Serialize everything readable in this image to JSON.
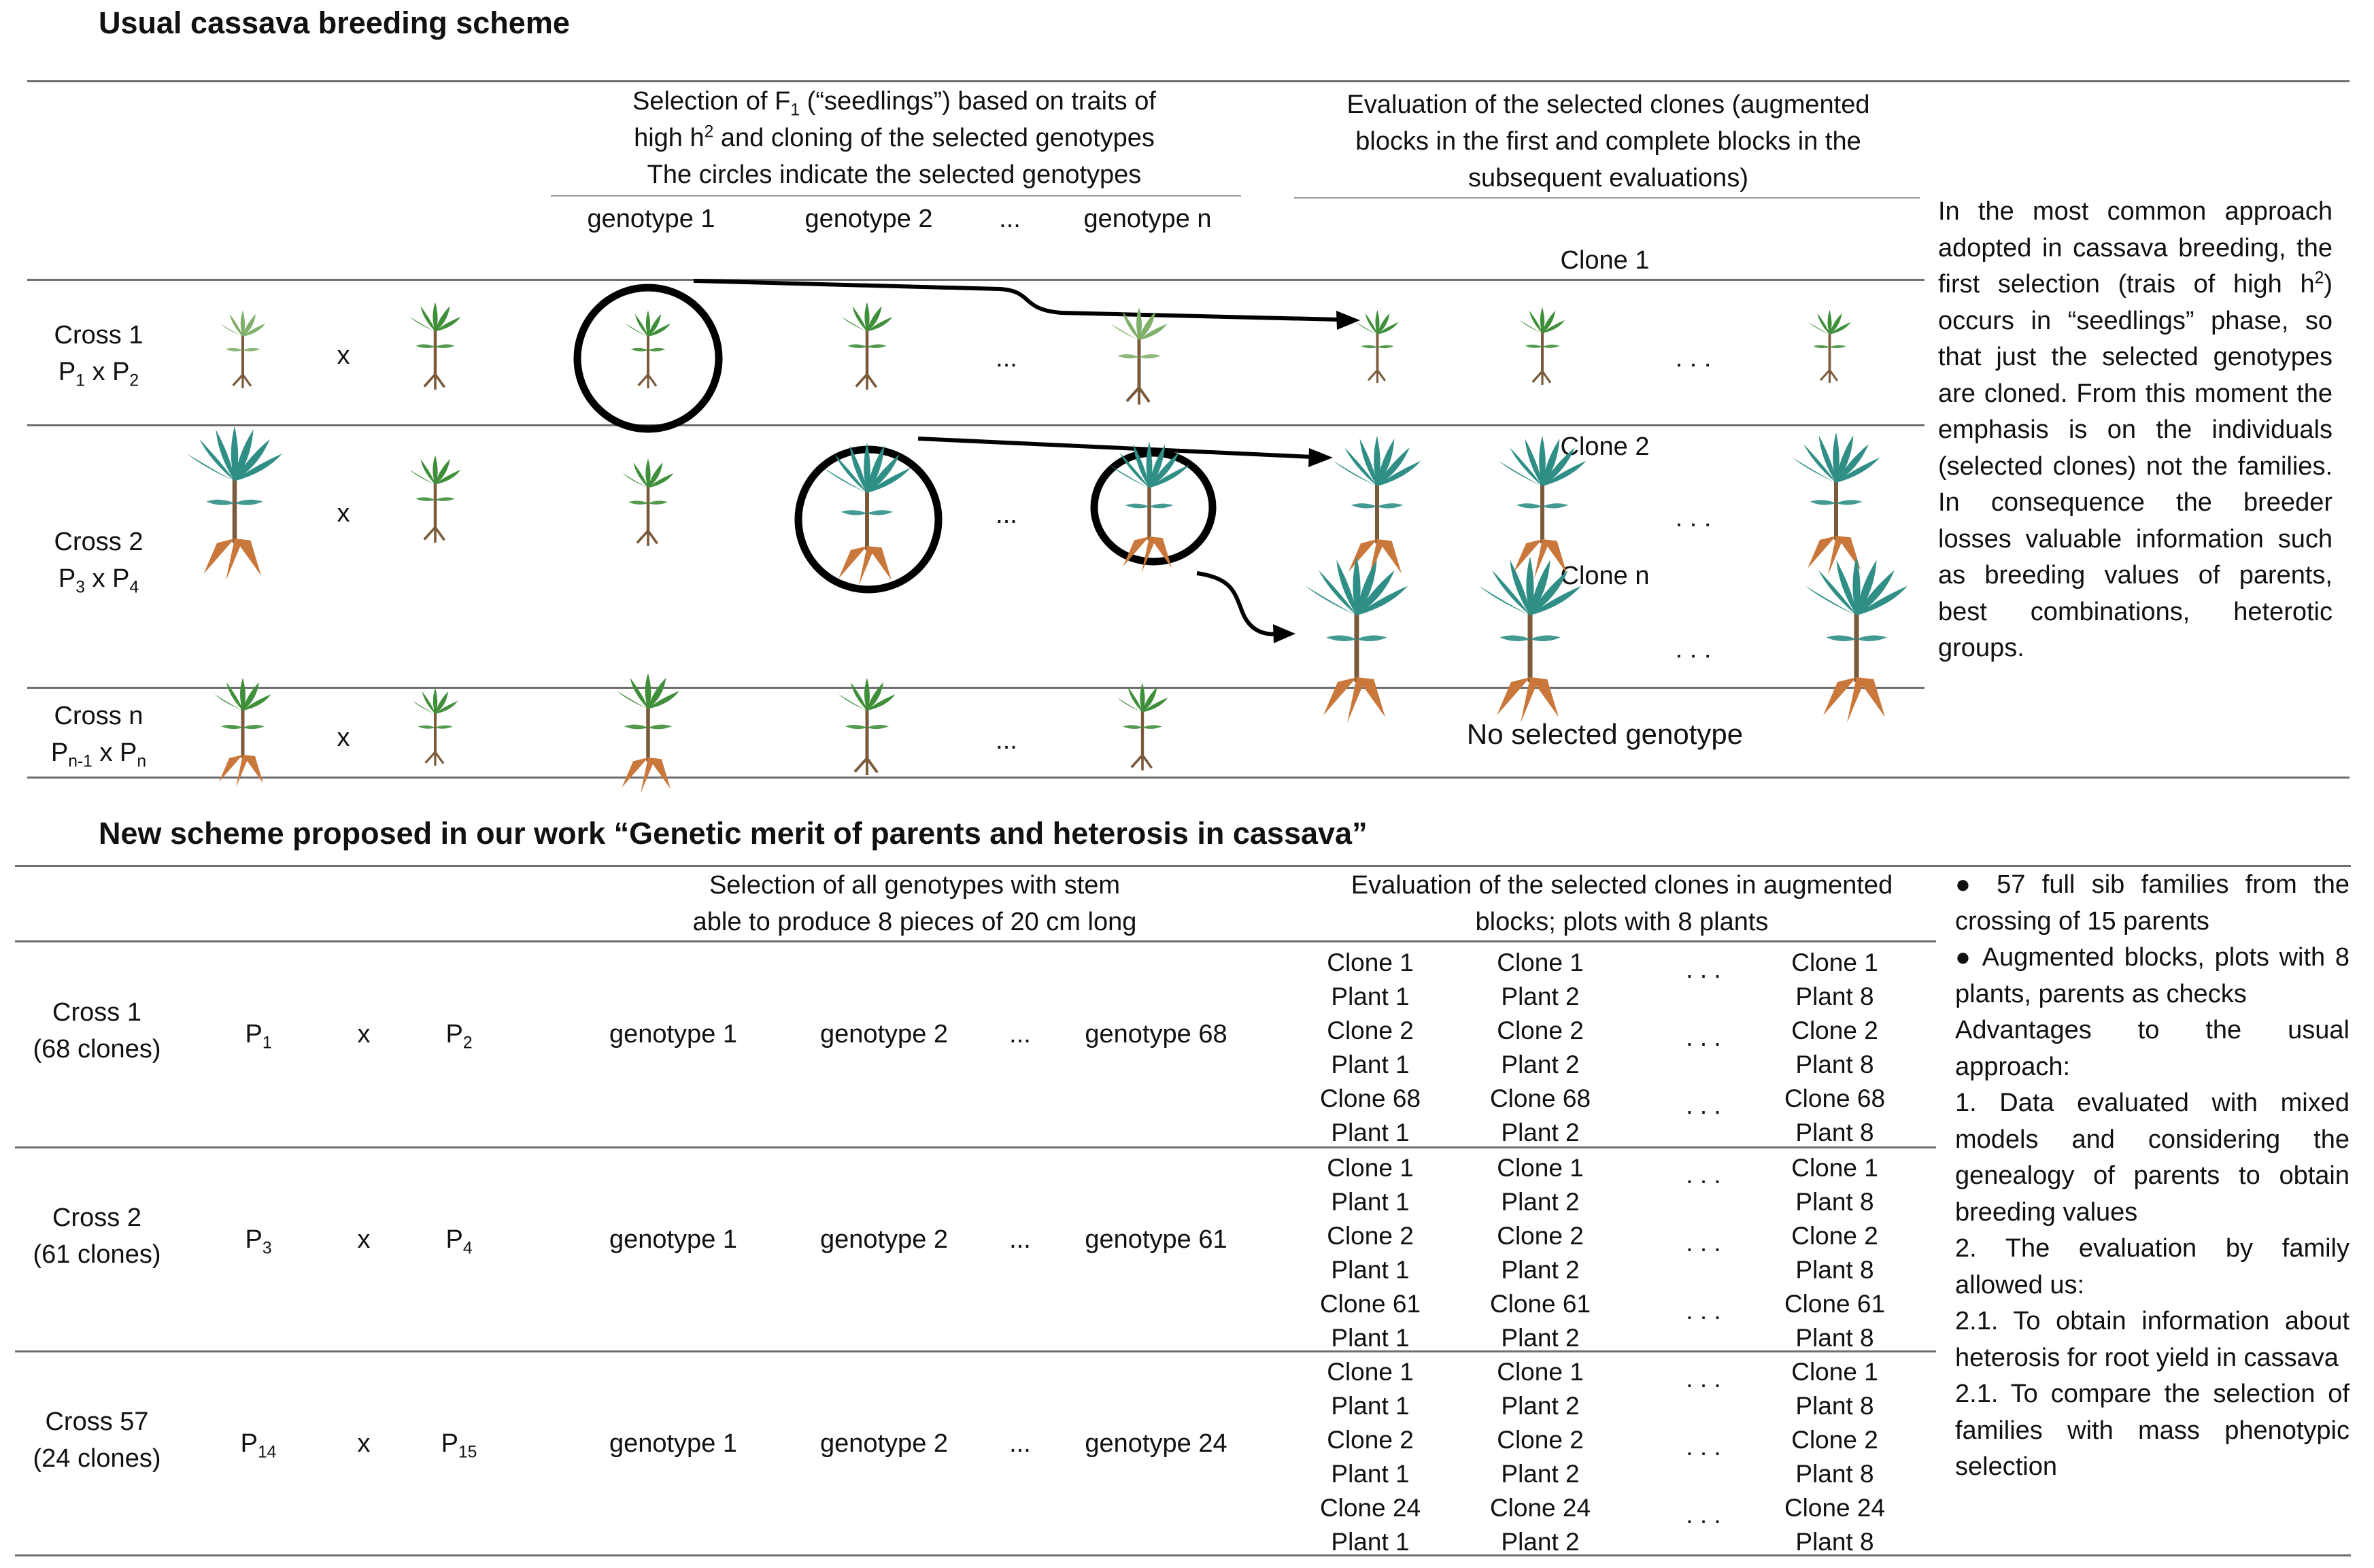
{
  "top": {
    "title": "Usual cassava breeding scheme",
    "selection_header": {
      "line1_pre": "Selection of F",
      "line1_sub": "1",
      "line1_post": " (“seedlings”) based on traits of",
      "line2_pre": "high h",
      "line2_sup": "2",
      "line2_post": " and cloning of the selected genotypes",
      "line3": "The circles indicate the selected genotypes"
    },
    "evaluation_header": [
      "Evaluation of the selected clones (augmented",
      "blocks in the first and complete blocks in the",
      "subsequent evaluations)"
    ],
    "genotype_labels": [
      "genotype 1",
      "genotype 2",
      "...",
      "genotype n"
    ],
    "clone_labels": [
      "Clone 1",
      "Clone 2",
      "Clone n"
    ],
    "crosses": [
      {
        "name": "Cross 1",
        "parents": {
          "a": "P",
          "a_sub": "1",
          "x": "x",
          "b": "P",
          "b_sub": "2"
        }
      },
      {
        "name": "Cross 2",
        "parents": {
          "a": "P",
          "a_sub": "3",
          "x": "x",
          "b": "P",
          "b_sub": "4"
        }
      },
      {
        "name": "Cross n",
        "parents": {
          "a": "P",
          "a_sub": "n-1",
          "x": "x",
          "b": "P",
          "b_sub": "n"
        }
      }
    ],
    "cross_symbol": "x",
    "ellipsis": "...",
    "dots": ". . .",
    "no_selected": "No selected genotype",
    "side_text_parts": {
      "before_sup": "In the most common approach adopted in cassava breeding, the first selection (trais of high h",
      "sup": "2",
      "after_sup": ") occurs in “seedlings” phase, so that just the selected genotypes are cloned. From this moment the emphasis is on the individuals (selected clones) not the families. In consequence the breeder losses valuable information such as breeding values of parents, best combinations, heterotic groups."
    }
  },
  "bottom": {
    "title": "New scheme proposed in our work “Genetic merit of parents and heterosis in cassava”",
    "selection_header": [
      "Selection of all genotypes with stem",
      "able to produce 8 pieces of 20 cm long"
    ],
    "evaluation_header": [
      "Evaluation of the selected clones in augmented",
      "blocks; plots with 8 plants"
    ],
    "rows": [
      {
        "cross": "Cross 1",
        "clones": "(68 clones)",
        "pa": "P",
        "pa_sub": "1",
        "pb": "P",
        "pb_sub": "2",
        "genotypes": [
          "genotype 1",
          "genotype 2",
          "...",
          "genotype 68"
        ],
        "grid": [
          [
            "Clone 1",
            "Plant 1",
            "Clone 1",
            "Plant 2",
            "Clone 1",
            "Plant 8"
          ],
          [
            "Clone 2",
            "Plant 1",
            "Clone 2",
            "Plant 2",
            "Clone 2",
            "Plant 8"
          ],
          [
            "Clone 68",
            "Plant 1",
            "Clone 68",
            "Plant 2",
            "Clone 68",
            "Plant 8"
          ]
        ]
      },
      {
        "cross": "Cross 2",
        "clones": "(61 clones)",
        "pa": "P",
        "pa_sub": "3",
        "pb": "P",
        "pb_sub": "4",
        "genotypes": [
          "genotype 1",
          "genotype 2",
          "...",
          "genotype 61"
        ],
        "grid": [
          [
            "Clone 1",
            "Plant 1",
            "Clone 1",
            "Plant 2",
            "Clone 1",
            "Plant 8"
          ],
          [
            "Clone 2",
            "Plant 1",
            "Clone 2",
            "Plant 2",
            "Clone 2",
            "Plant 8"
          ],
          [
            "Clone 61",
            "Plant 1",
            "Clone 61",
            "Plant 2",
            "Clone 61",
            "Plant 8"
          ]
        ]
      },
      {
        "cross": "Cross 57",
        "clones": "(24 clones)",
        "pa": "P",
        "pa_sub": "14",
        "pb": "P",
        "pb_sub": "15",
        "genotypes": [
          "genotype 1",
          "genotype 2",
          "...",
          "genotype 24"
        ],
        "grid": [
          [
            "Clone 1",
            "Plant 1",
            "Clone 1",
            "Plant 2",
            "Clone 1",
            "Plant 8"
          ],
          [
            "Clone 2",
            "Plant 1",
            "Clone 2",
            "Plant 2",
            "Clone 2",
            "Plant 8"
          ],
          [
            "Clone 24",
            "Plant 1",
            "Clone 24",
            "Plant 2",
            "Clone 24",
            "Plant 8"
          ]
        ]
      }
    ],
    "side_items": [
      {
        "bullet": "●",
        "text": " 57 full sib families from the crossing of 15 parents"
      },
      {
        "bullet": "●",
        "text": " Augmented blocks, plots with 8 plants, parents as checks"
      },
      {
        "bullet": "",
        "text": "Advantages to the usual approach:"
      },
      {
        "bullet": "",
        "text": "1. Data evaluated with mixed models and considering the genealogy of parents to obtain breeding values"
      },
      {
        "bullet": "",
        "text": "2. The evaluation by family allowed us:"
      },
      {
        "bullet": "",
        "text": "2.1. To obtain information about heterosis for root yield in cassava"
      },
      {
        "bullet": "",
        "text": "2.1. To compare the selection of families with mass phenotypic selection"
      }
    ]
  },
  "colors": {
    "leaf": "#3f8f3a",
    "leaf_teal": "#2f8f86",
    "root": "#c9773a",
    "stem": "#7a5a3a",
    "rule": "#6e6e6e"
  },
  "icons": [
    "cassava-plant-icon",
    "selection-circle-icon",
    "arrow-icon"
  ]
}
